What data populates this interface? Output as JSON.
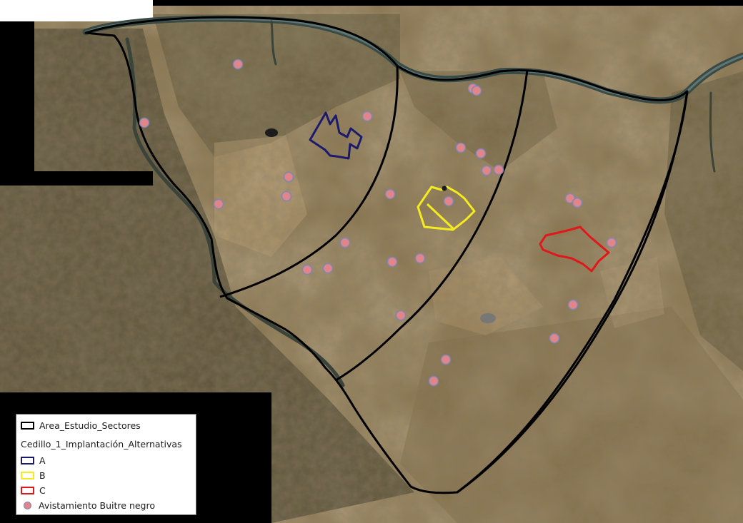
{
  "colors": {
    "study_area": "#000000",
    "alt_A": "#1c1a6b",
    "alt_B": "#f5ec1f",
    "alt_C": "#e0181a",
    "sighting_fill": "#e0868b",
    "sighting_stroke": "#7d86b8",
    "imagery_base": "#8a7650",
    "no_data": "#000000"
  },
  "legend": {
    "study_area_label": "Area_Estudio_Sectores",
    "group_title": "Cedillo_1_Implantación_Alternativas",
    "alternatives": [
      {
        "id": "A",
        "label": "A"
      },
      {
        "id": "B",
        "label": "B"
      },
      {
        "id": "C",
        "label": "C"
      }
    ],
    "sightings_label": "Avistamiento Buitre negro"
  },
  "icons": {
    "study_area": "black-outline-rect-icon",
    "sighting": "pink-circle-icon"
  }
}
